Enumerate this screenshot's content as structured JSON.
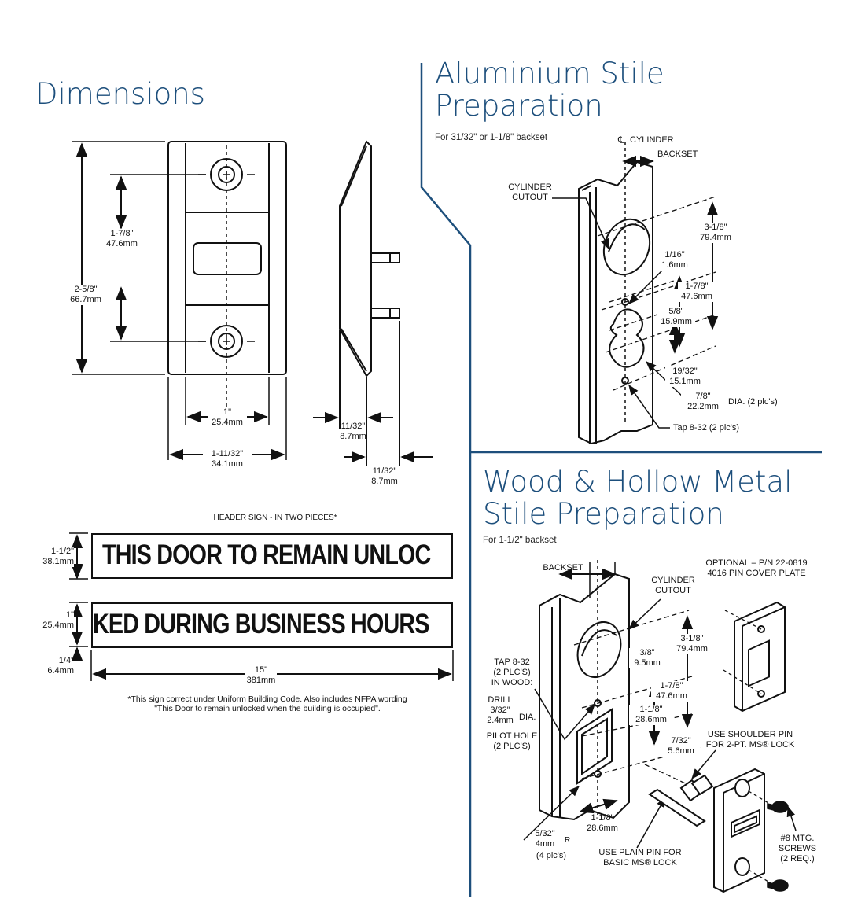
{
  "headings": {
    "dimensions": "Dimensions",
    "aluminium": [
      "Aluminium Stile",
      "Preparation"
    ],
    "wood": [
      "Wood & Hollow Metal",
      "Stile Preparation"
    ]
  },
  "subheadings": {
    "aluminium": "For 31/32\" or 1-1/8\" backset",
    "wood": "For 1-1/2\" backset"
  },
  "colors": {
    "heading": "#1d4f7c",
    "divider": "#1d4f7c"
  },
  "dimensions": {
    "height_outer": [
      "2-5/8\"",
      "66.7mm"
    ],
    "height_inner": [
      "1-7/8\"",
      "47.6mm"
    ],
    "width_inner": [
      "1\"",
      "25.4mm"
    ],
    "width_outer": [
      "1-11/32\"",
      "34.1mm"
    ],
    "side_a": [
      "11/32\"",
      "8.7mm"
    ],
    "side_b": [
      "11/32\"",
      "8.7mm"
    ]
  },
  "sign": {
    "caption": "HEADER SIGN - IN TWO PIECES*",
    "piece1": "THIS DOOR TO REMAIN UNLOC",
    "piece2": "KED DURING BUSINESS HOURS",
    "h1": [
      "1-1/2\"",
      "38.1mm"
    ],
    "h2": [
      "1\"",
      "25.4mm"
    ],
    "gap": [
      "1/4\"",
      "6.4mm"
    ],
    "width": [
      "15\"",
      "381mm"
    ],
    "note1": "*This sign correct under Uniform Building Code. Also includes NFPA wording",
    "note2": "\"This Door to remain unlocked when the building is occupied\"."
  },
  "aluminium": {
    "cylinder": "CYLINDER",
    "backset": "BACKSET",
    "cutout": [
      "CYLINDER",
      "CUTOUT"
    ],
    "d1": [
      "3-1/8\"",
      "79.4mm"
    ],
    "d2": [
      "1/16\"",
      "1.6mm"
    ],
    "d3": [
      "1-7/8\"",
      "47.6mm"
    ],
    "d4": [
      "5/8\"",
      "15.9mm"
    ],
    "d5": [
      "19/32\"",
      "15.1mm"
    ],
    "d6": [
      "7/8\"",
      "22.2mm"
    ],
    "dia": "DIA. (2 plc's)",
    "tap": "Tap 8-32 (2 plc's)"
  },
  "wood": {
    "backset": "BACKSET",
    "cutout": [
      "CYLINDER",
      "CUTOUT"
    ],
    "optional": [
      "OPTIONAL – P/N 22-0819",
      "4016 PIN COVER PLATE"
    ],
    "d1": [
      "3-1/8\"",
      "79.4mm"
    ],
    "d2": [
      "3/8\"",
      "9.5mm"
    ],
    "d3": [
      "1-7/8\"",
      "47.6mm"
    ],
    "d4": [
      "1-1/8\"",
      "28.6mm"
    ],
    "d5": [
      "7/32\"",
      "5.6mm"
    ],
    "d6": [
      "1-1/8\"",
      "28.6mm"
    ],
    "tap": [
      "TAP 8-32",
      "(2 PLC'S)",
      "IN WOOD:"
    ],
    "drill": [
      "DRILL",
      "3/32\"",
      "2.4mm"
    ],
    "drill_dia": "DIA.",
    "pilot": [
      "PILOT HOLE",
      "(2 PLC'S)"
    ],
    "radius": [
      "5/32\"",
      "4mm"
    ],
    "radius_r": "R",
    "radius_plc": "(4 plc's)",
    "shoulder": [
      "USE SHOULDER PIN",
      "FOR 2-PT. MS® LOCK"
    ],
    "plain": [
      "USE PLAIN PIN FOR",
      "BASIC MS® LOCK"
    ],
    "screws": [
      "#8 MTG.",
      "SCREWS",
      "(2 REQ.)"
    ]
  }
}
